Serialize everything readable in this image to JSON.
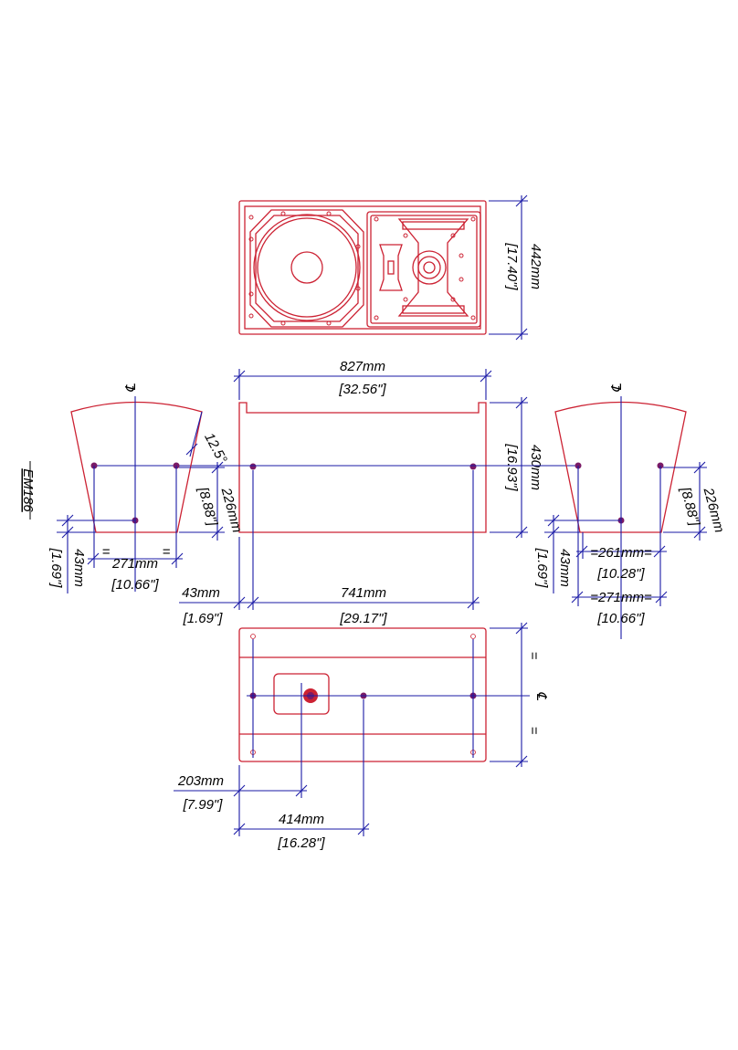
{
  "model_label": "EM186",
  "colors": {
    "outline": "#cc2233",
    "dimension": "#1a1aa6",
    "hole": "#7a1a66",
    "text": "#000000"
  },
  "front": {
    "height_mm": "442mm",
    "height_in": "[17.40\"]"
  },
  "top": {
    "width_mm": "827mm",
    "width_in": "[32.56\"]",
    "depth_mm": "430mm",
    "depth_in": "[16.93\"]"
  },
  "left_side": {
    "centerline": "℄",
    "angle": "12.5°",
    "side_mm": "226mm",
    "side_in": "[8.88\"]",
    "offset_mm": "43mm",
    "offset_in": "[1.69\"]",
    "base_mm": "271mm",
    "base_in": "[10.66\"]",
    "equal_mark": "="
  },
  "right_side": {
    "centerline": "℄",
    "side_mm": "226mm",
    "side_in": "[8.88\"]",
    "offset_mm": "43mm",
    "offset_in": "[1.69\"]",
    "inner_mm": "=261mm=",
    "inner_in": "[10.28\"]",
    "outer_mm": "=271mm=",
    "outer_in": "[10.66\"]"
  },
  "mid_dims": {
    "offset_mm": "43mm",
    "offset_in": "[1.69\"]",
    "span_mm": "741mm",
    "span_in": "[29.17\"]"
  },
  "bottom": {
    "centerline": "℄",
    "equal_mark": "=",
    "d203_mm": "203mm",
    "d203_in": "[7.99\"]",
    "d414_mm": "414mm",
    "d414_in": "[16.28\"]"
  }
}
